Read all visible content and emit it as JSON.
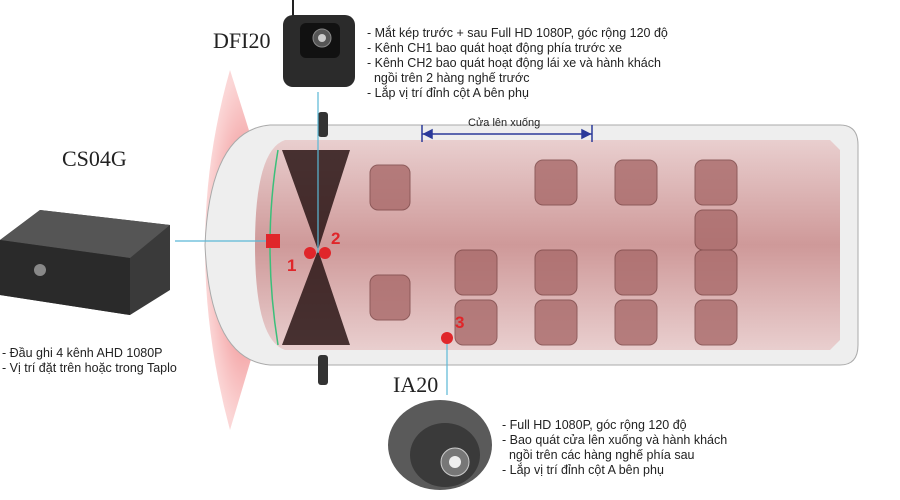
{
  "devices": {
    "dfi20": {
      "name": "DFI20",
      "lines": [
        "- Mắt kép trước + sau Full HD 1080P, góc rộng 120 độ",
        "- Kênh CH1 bao quát hoạt động phía trước xe",
        "- Kênh CH2 bao quát hoạt động lái xe và hành khách",
        "  ngồi trên 2 hàng nghế trước",
        "- Lắp vị trí đỉnh cột A bên phụ"
      ]
    },
    "cs04g": {
      "name": "CS04G",
      "lines": [
        "- Đầu ghi 4 kênh AHD 1080P",
        "- Vị trí đặt trên hoặc trong Taplo"
      ]
    },
    "ia20": {
      "name": "IA20",
      "lines": [
        "- Full HD 1080P, góc rộng 120 độ",
        "- Bao quát cửa lên xuống và hành khách",
        "  ngồi trên các hàng nghế phía sau",
        "- Lắp vị trí đỉnh cột A bên phụ"
      ]
    }
  },
  "markers": {
    "m1": "1",
    "m2": "2",
    "m3": "3"
  },
  "door_label": "Cửa lên xuống",
  "colors": {
    "accent": "#e0262a",
    "line": "#5bb8d6"
  }
}
